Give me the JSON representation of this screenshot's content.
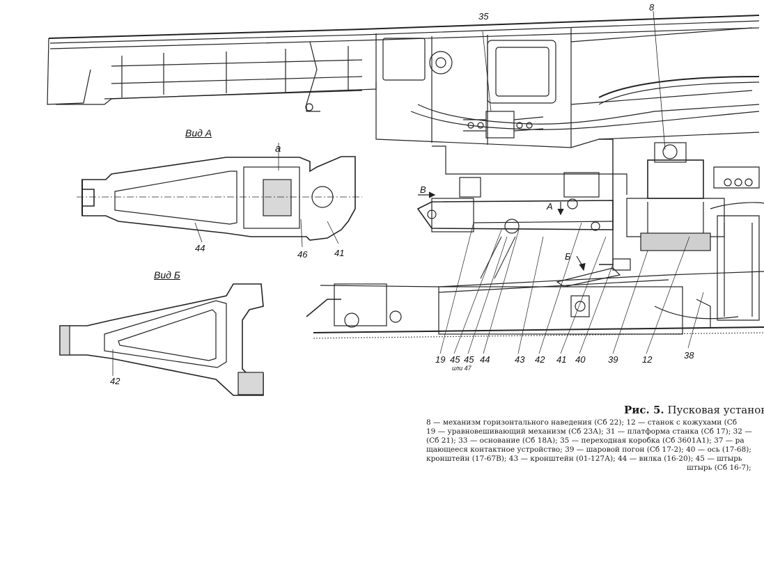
{
  "figure": {
    "labels": {
      "l8": "8",
      "l35": "35",
      "view_a": "Вид А",
      "view_b": "Вид Б",
      "a": "а",
      "l44a": "44",
      "l46": "46",
      "l41a": "41",
      "l42a": "42",
      "B": "В",
      "A": "А",
      "Bb": "Б",
      "l19": "19",
      "l45a": "45",
      "l45b": "45",
      "l44b": "44",
      "l43": "43",
      "l42b": "42",
      "l41b": "41",
      "l40": "40",
      "l39": "39",
      "l12": "12",
      "l38": "38",
      "ili47": "или 47"
    },
    "caption": {
      "prefix": "Рис. 5.",
      "title": "Пусковая установка",
      "lines": [
        "8 — механизм горизонтального наведения (Сб 22); 12 — станок с кожухами (Сб",
        "19 — уравновешивающий механизм (Сб 23А); 31 — платформа станка (Сб 17); 32 —",
        "(Сб 21); 33 — основание (Сб 18А); 35 — переходная коробка (Сб 3601А1); 37 — ра",
        "щающееся контактное устройство; 39 — шаровой погон (Сб 17-2); 40 — ось (17-68);",
        "кронштейн (17-67В); 43 — кронштейн (01-127А); 44 — вилка (16-20); 45 — штырь",
        "штырь (Сб 16-7);"
      ]
    }
  }
}
